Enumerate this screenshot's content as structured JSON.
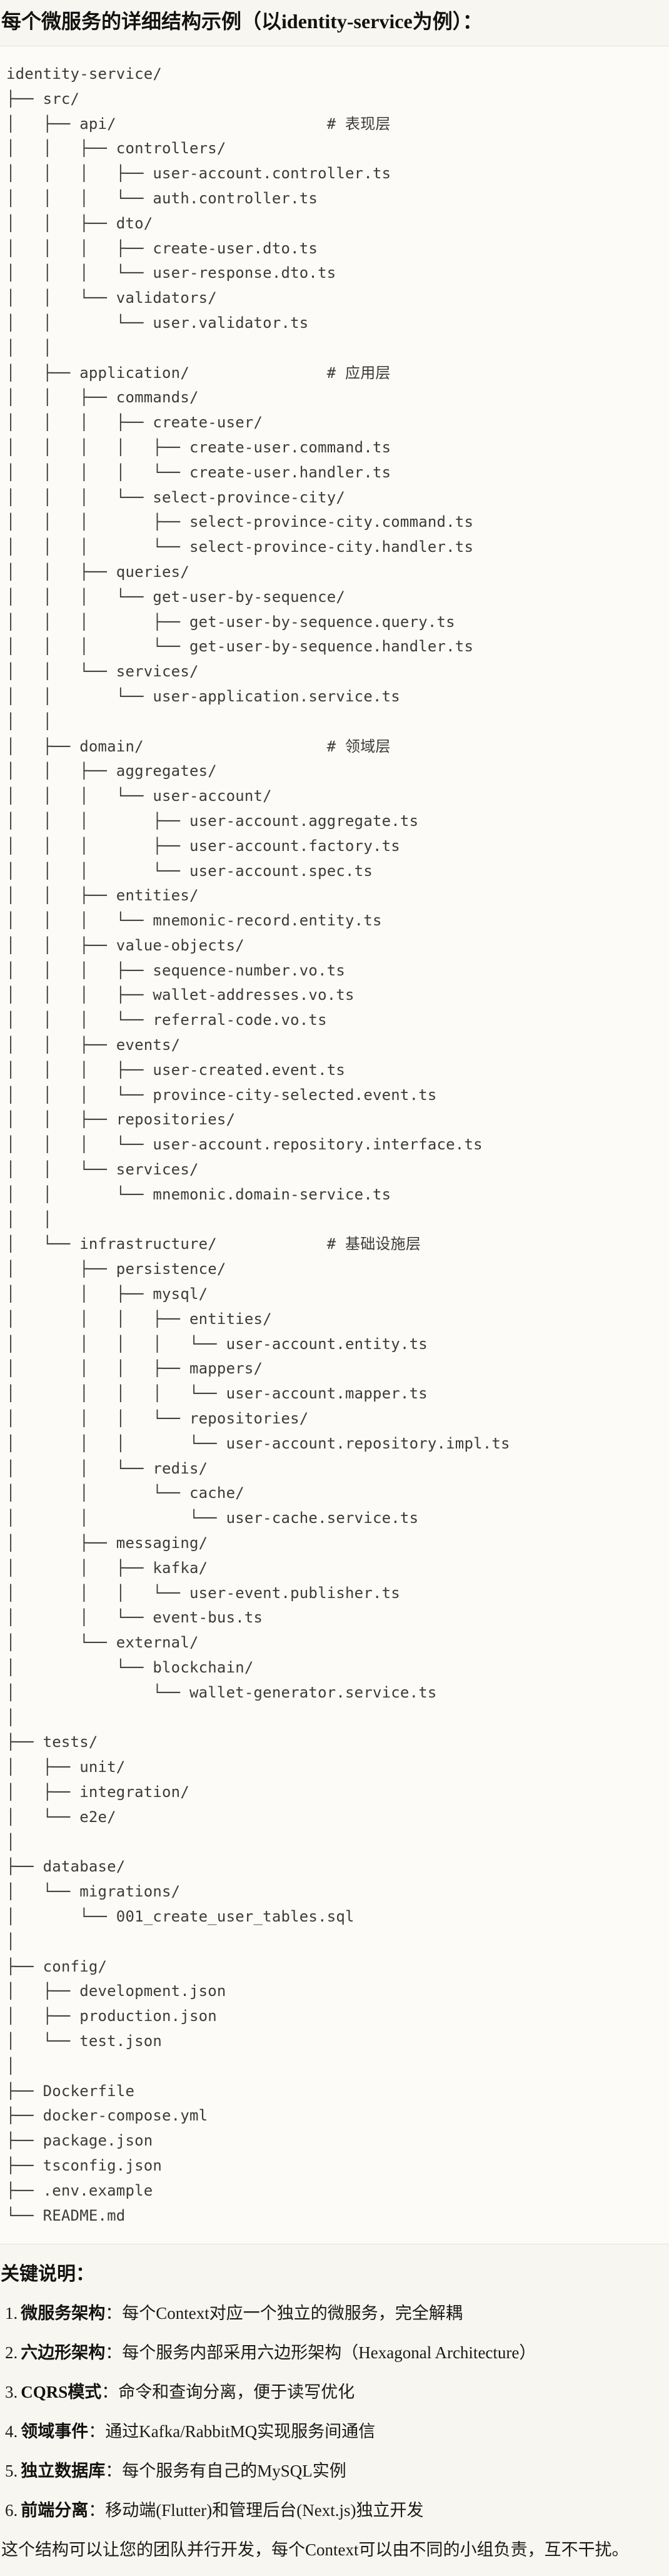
{
  "page": {
    "title": "每个微服务的详细结构示例（以identity-service为例）：",
    "tree": [
      "identity-service/",
      "├── src/",
      "│   ├── api/                       # 表现层",
      "│   │   ├── controllers/",
      "│   │   │   ├── user-account.controller.ts",
      "│   │   │   └── auth.controller.ts",
      "│   │   ├── dto/",
      "│   │   │   ├── create-user.dto.ts",
      "│   │   │   └── user-response.dto.ts",
      "│   │   └── validators/",
      "│   │       └── user.validator.ts",
      "│   │",
      "│   ├── application/               # 应用层",
      "│   │   ├── commands/",
      "│   │   │   ├── create-user/",
      "│   │   │   │   ├── create-user.command.ts",
      "│   │   │   │   └── create-user.handler.ts",
      "│   │   │   └── select-province-city/",
      "│   │   │       ├── select-province-city.command.ts",
      "│   │   │       └── select-province-city.handler.ts",
      "│   │   ├── queries/",
      "│   │   │   └── get-user-by-sequence/",
      "│   │   │       ├── get-user-by-sequence.query.ts",
      "│   │   │       └── get-user-by-sequence.handler.ts",
      "│   │   └── services/",
      "│   │       └── user-application.service.ts",
      "│   │",
      "│   ├── domain/                    # 领域层",
      "│   │   ├── aggregates/",
      "│   │   │   └── user-account/",
      "│   │   │       ├── user-account.aggregate.ts",
      "│   │   │       ├── user-account.factory.ts",
      "│   │   │       └── user-account.spec.ts",
      "│   │   ├── entities/",
      "│   │   │   └── mnemonic-record.entity.ts",
      "│   │   ├── value-objects/",
      "│   │   │   ├── sequence-number.vo.ts",
      "│   │   │   ├── wallet-addresses.vo.ts",
      "│   │   │   └── referral-code.vo.ts",
      "│   │   ├── events/",
      "│   │   │   ├── user-created.event.ts",
      "│   │   │   └── province-city-selected.event.ts",
      "│   │   ├── repositories/",
      "│   │   │   └── user-account.repository.interface.ts",
      "│   │   └── services/",
      "│   │       └── mnemonic.domain-service.ts",
      "│   │",
      "│   └── infrastructure/            # 基础设施层",
      "│       ├── persistence/",
      "│       │   ├── mysql/",
      "│       │   │   ├── entities/",
      "│       │   │   │   └── user-account.entity.ts",
      "│       │   │   ├── mappers/",
      "│       │   │   │   └── user-account.mapper.ts",
      "│       │   │   └── repositories/",
      "│       │   │       └── user-account.repository.impl.ts",
      "│       │   └── redis/",
      "│       │       └── cache/",
      "│       │           └── user-cache.service.ts",
      "│       ├── messaging/",
      "│       │   ├── kafka/",
      "│       │   │   └── user-event.publisher.ts",
      "│       │   └── event-bus.ts",
      "│       └── external/",
      "│           └── blockchain/",
      "│               └── wallet-generator.service.ts",
      "│",
      "├── tests/",
      "│   ├── unit/",
      "│   ├── integration/",
      "│   └── e2e/",
      "│",
      "├── database/",
      "│   └── migrations/",
      "│       └── 001_create_user_tables.sql",
      "│",
      "├── config/",
      "│   ├── development.json",
      "│   ├── production.json",
      "│   └── test.json",
      "│",
      "├── Dockerfile",
      "├── docker-compose.yml",
      "├── package.json",
      "├── tsconfig.json",
      "├── .env.example",
      "└── README.md"
    ],
    "notes": {
      "heading": "关键说明：",
      "colon": "：",
      "items": [
        {
          "num": "1.",
          "label": "微服务架构",
          "text": "每个Context对应一个独立的微服务，完全解耦"
        },
        {
          "num": "2.",
          "label": "六边形架构",
          "text": "每个服务内部采用六边形架构（Hexagonal Architecture）"
        },
        {
          "num": "3.",
          "label": "CQRS模式",
          "text": "命令和查询分离，便于读写优化"
        },
        {
          "num": "4.",
          "label": "领域事件",
          "text": "通过Kafka/RabbitMQ实现服务间通信"
        },
        {
          "num": "5.",
          "label": "独立数据库",
          "text": "每个服务有自己的MySQL实例"
        },
        {
          "num": "6.",
          "label": "前端分离",
          "text": "移动端(Flutter)和管理后台(Next.js)独立开发"
        }
      ],
      "footer": "这个结构可以让您的团队并行开发，每个Context可以由不同的小组负责，互不干扰。"
    },
    "colors": {
      "page_bg": "#F8F6F1",
      "code_bg": "#FCFBF8",
      "border": "#E6E2DA",
      "code_text": "#3C3B37",
      "body_text": "#1B1A17"
    }
  }
}
